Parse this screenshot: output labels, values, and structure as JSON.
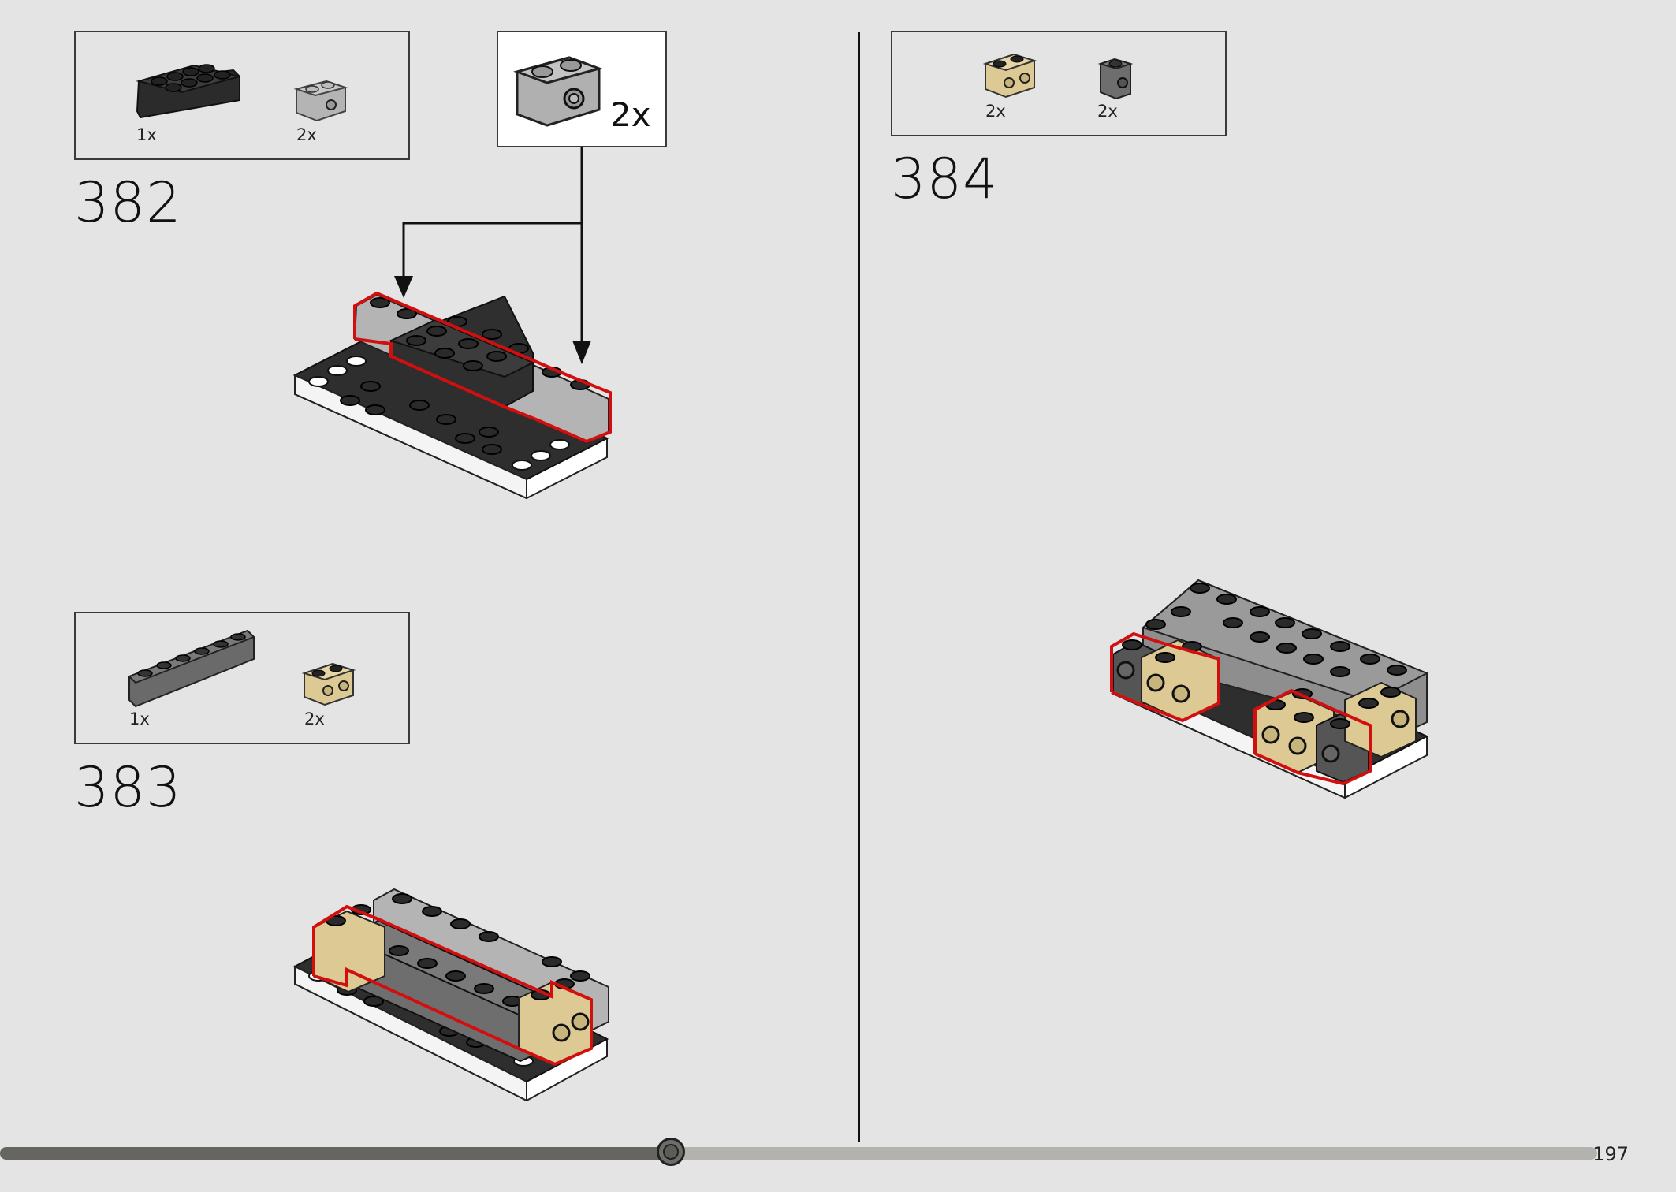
{
  "steps": [
    {
      "number": "382",
      "parts": [
        {
          "qty": "1x",
          "icon": "black-2x4-brick-icon"
        },
        {
          "qty": "2x",
          "icon": "light-gray-1x2-side-stud-brick-icon"
        }
      ],
      "callout": {
        "qty": "2x",
        "icon": "light-gray-1x2-side-stud-brick-icon"
      }
    },
    {
      "number": "383",
      "parts": [
        {
          "qty": "1x",
          "icon": "dark-gray-1x6-brick-icon"
        },
        {
          "qty": "2x",
          "icon": "tan-1x2-side-stud-brick-icon"
        }
      ]
    },
    {
      "number": "384",
      "parts": [
        {
          "qty": "2x",
          "icon": "tan-1x2-side-stud-brick-icon"
        },
        {
          "qty": "2x",
          "icon": "dark-gray-1x1-side-stud-brick-icon"
        }
      ]
    }
  ],
  "progress": {
    "fraction": 0.42
  },
  "page_number": "197",
  "colors": {
    "background": "#e4e4e4",
    "highlight_outline": "#d20f0f",
    "black_brick": "#333333",
    "light_gray_brick": "#b0b0b0",
    "dark_gray_brick": "#6e6e6e",
    "tan_brick": "#dcc993",
    "white_plate": "#ffffff"
  }
}
